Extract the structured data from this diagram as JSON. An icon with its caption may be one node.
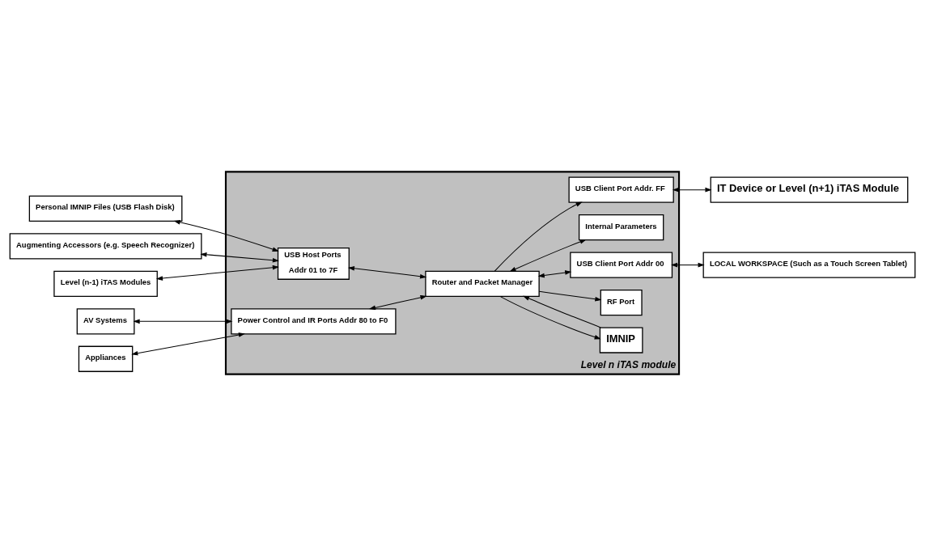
{
  "diagram": {
    "nodes": [
      {
        "text": [
          "Personal IMNIP Files (USB Flash Disk)"
        ]
      },
      {
        "text": [
          "Level n iTAS module"
        ]
      },
      {
        "text": [
          "USB Host Ports",
          "Addr 01 to 7F"
        ],
        "in": 1
      },
      {
        "text": [
          "IMNIP"
        ],
        "in": 1
      },
      {
        "text": [
          "RF Port"
        ],
        "in": 1
      },
      {
        "text": [
          "Router and Packet Manager"
        ],
        "in": 1
      },
      {
        "text": [
          "USB Client Port Addr. FF"
        ],
        "in": 1
      },
      {
        "text": [
          "Internal Parameters"
        ],
        "in": 1
      },
      {
        "text": [
          "Power Control and IR Ports Addr 80 to F0"
        ],
        "in": 1
      },
      {
        "text": [
          "USB Client Port Addr 00"
        ],
        "in": 1
      },
      {
        "text": [
          "Augmenting Accessors (e.g. Speech Recognizer)"
        ]
      },
      {
        "text": [
          "Level (n-1) iTAS Modules"
        ]
      },
      {
        "text": [
          "AV Systems"
        ]
      },
      {
        "text": [
          "Appliances"
        ]
      },
      {
        "text": [
          "IT Device or Level (n+1) iTAS Module"
        ]
      },
      {
        "text": [
          "LOCAL WORKSPACE (Such as a Touch Screen Tablet)"
        ]
      }
    ],
    "edges": [
      {
        "from": 0,
        "to": 2,
        "arrow": "both"
      },
      {
        "from": 10,
        "to": 2,
        "arrow": "both"
      },
      {
        "from": 11,
        "to": 2,
        "arrow": "both"
      },
      {
        "from": 12,
        "to": 8,
        "arrow": "both"
      },
      {
        "from": 13,
        "to": 8,
        "arrow": "both"
      },
      {
        "from": 2,
        "to": 5,
        "arrow": "both"
      },
      {
        "from": 8,
        "to": 5,
        "arrow": "both"
      },
      {
        "from": 3,
        "to": 5,
        "arrow": "to"
      },
      {
        "from": 5,
        "to": 3,
        "arrow": "to"
      },
      {
        "from": 5,
        "to": 4,
        "arrow": "to"
      },
      {
        "from": 5,
        "to": 6,
        "arrow": "to"
      },
      {
        "from": 6,
        "to": 14,
        "arrow": "both"
      },
      {
        "from": 5,
        "to": 7,
        "arrow": "both"
      },
      {
        "from": 5,
        "to": 9,
        "arrow": "both"
      },
      {
        "from": 9,
        "to": 15,
        "arrow": "both"
      }
    ]
  }
}
